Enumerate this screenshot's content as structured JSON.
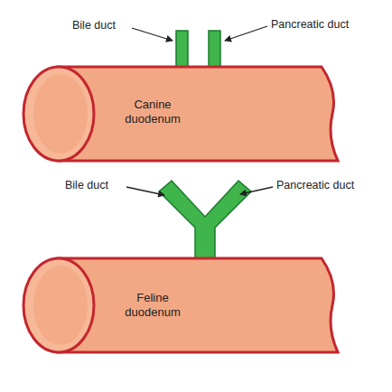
{
  "diagram": {
    "nodes": [
      {
        "text": [
          "Canine duodenum"
        ]
      },
      {
        "text": [
          "Feline duodenum"
        ]
      }
    ],
    "labels": [
      "Bile duct",
      "Pancreatic duct",
      "Bile duct",
      "Pancreatic duct"
    ]
  }
}
